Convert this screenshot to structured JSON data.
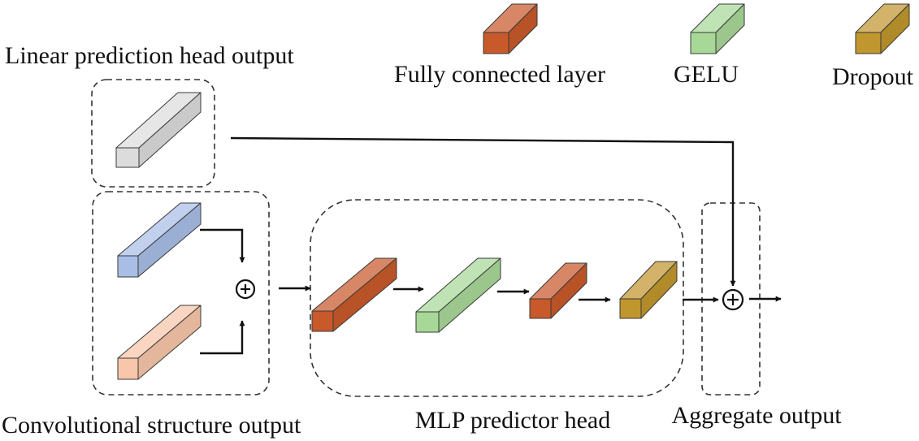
{
  "legend": {
    "fc_label": "Fully connected layer",
    "gelu_label": "GELU",
    "dropout_label": "Dropout"
  },
  "labels": {
    "linear_head": "Linear prediction head output",
    "conv_structure": "Convolutional structure output",
    "mlp_head": "MLP predictor head",
    "aggregate": "Aggregate output"
  },
  "colors": {
    "fully_connected": "#C8592A",
    "gelu": "#A8D898",
    "dropout": "#C0962E",
    "linear_output": "#DCDCDC",
    "conv_blue": "#A9BEE6",
    "conv_peach": "#F8C6AA"
  },
  "icons": {
    "sum_symbol": "circled-plus"
  }
}
